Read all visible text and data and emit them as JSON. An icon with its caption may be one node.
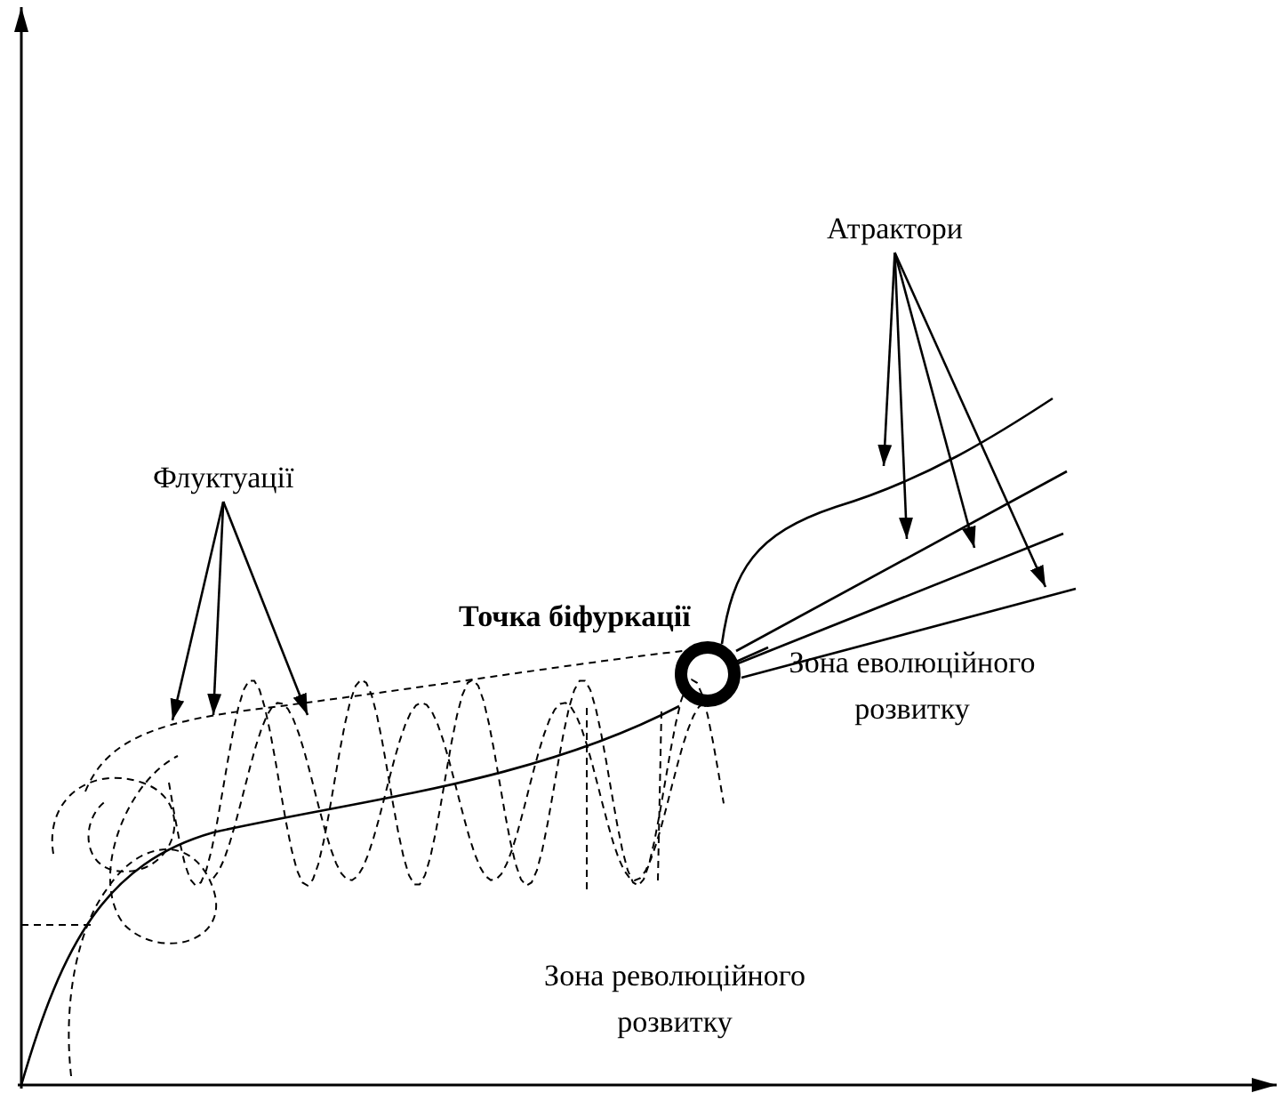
{
  "diagram": {
    "nodes": [
      {
        "text": [
          "Атрактори"
        ]
      },
      {
        "text": [
          "Флуктуації"
        ]
      }
    ],
    "edges": [
      {
        "from": 0,
        "to": null,
        "arrow": "to"
      },
      {
        "from": 0,
        "to": null,
        "arrow": "to"
      },
      {
        "from": 0,
        "to": null,
        "arrow": "to"
      },
      {
        "from": 0,
        "to": null,
        "arrow": "to"
      },
      {
        "from": 1,
        "to": null,
        "arrow": "to"
      },
      {
        "from": 1,
        "to": null,
        "arrow": "to"
      },
      {
        "from": 1,
        "to": null,
        "arrow": "to"
      }
    ],
    "labels": [
      "Точка біфуркації",
      "Зона еволюційного розвитку",
      "Зона революційного розвитку"
    ]
  }
}
